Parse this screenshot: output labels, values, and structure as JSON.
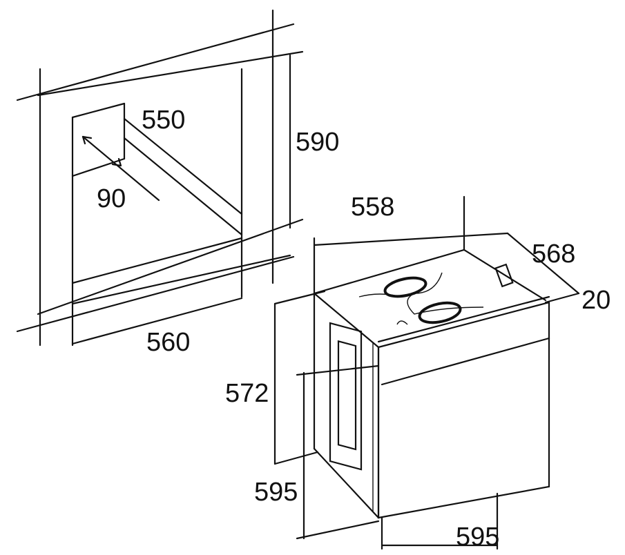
{
  "dimensions": {
    "niche_depth": "550",
    "niche_height": "590",
    "rear_gap": "90",
    "niche_width": "560",
    "oven_top_width": "558",
    "oven_depth": "568",
    "front_thickness": "20",
    "oven_body_height": "572",
    "oven_front_height": "595",
    "oven_front_width": "595"
  }
}
